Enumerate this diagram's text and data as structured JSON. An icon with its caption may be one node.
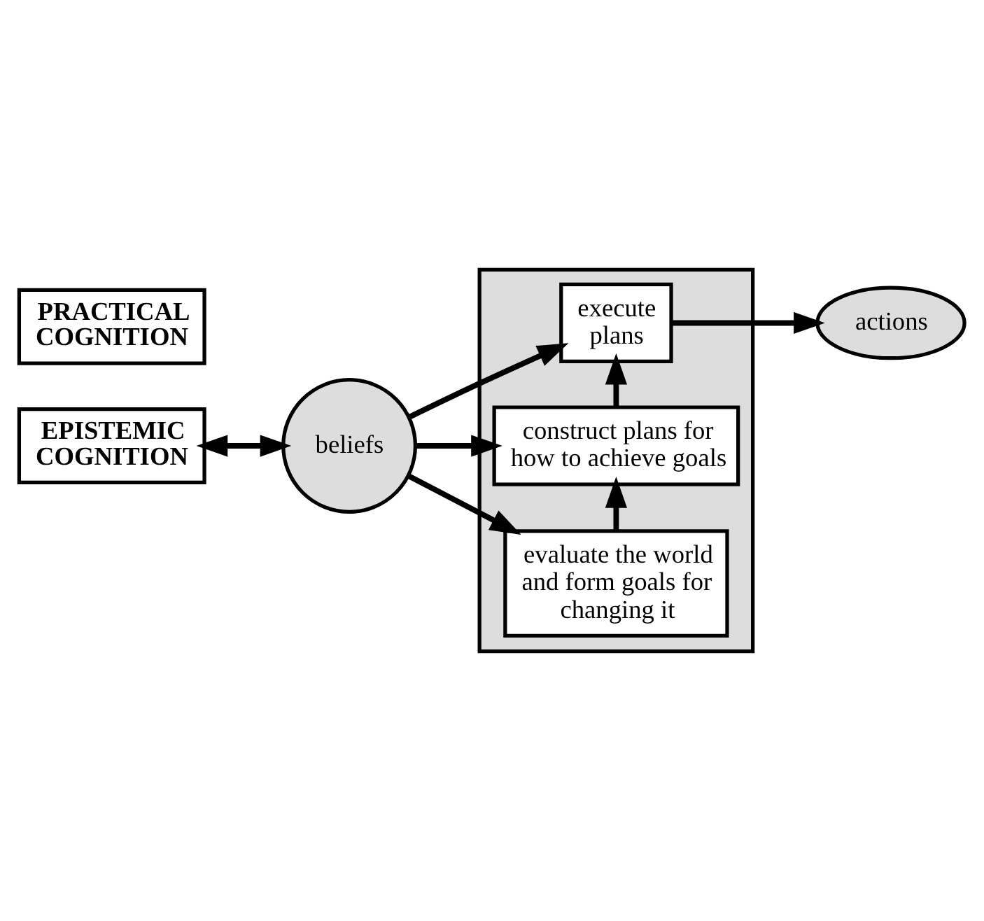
{
  "diagram": {
    "nodes": [
      {
        "text": [
          "actions"
        ]
      },
      {
        "text": [],
        "shape": "box"
      },
      {
        "text": [
          "execute plans"
        ],
        "in": 1
      },
      {
        "text": [
          "construct plans for how to achieve goals"
        ],
        "in": 1
      },
      {
        "text": [
          "evaluate the world and form goals for changing it"
        ],
        "in": 1
      },
      {
        "text": [
          "EPISTEMIC COGNITION"
        ]
      },
      {
        "text": [
          "beliefs"
        ]
      },
      {
        "text": [
          "PRACTICAL COGNITION"
        ]
      }
    ],
    "edges": [
      {
        "from": 2,
        "to": 0,
        "arrow": "to"
      },
      {
        "from": 3,
        "to": 2,
        "arrow": "to"
      },
      {
        "from": 4,
        "to": 3,
        "arrow": "to"
      },
      {
        "from": 5,
        "to": 6,
        "arrow": "both"
      },
      {
        "from": 6,
        "to": 2,
        "arrow": "to"
      },
      {
        "from": 6,
        "to": 3,
        "arrow": "to"
      },
      {
        "from": 6,
        "to": 4,
        "arrow": "to"
      }
    ]
  }
}
